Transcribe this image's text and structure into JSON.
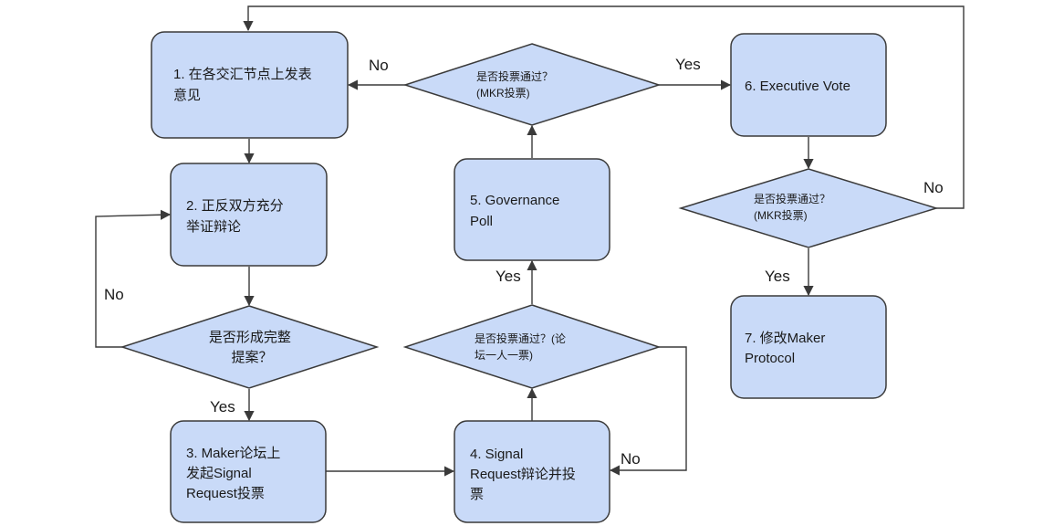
{
  "nodes": {
    "n1": {
      "lines": [
        "1. 在各交汇节点上发表",
        "意见"
      ]
    },
    "n2": {
      "lines": [
        "2. 正反双方充分",
        "举证辩论"
      ]
    },
    "n3": {
      "lines": [
        "3. Maker论坛上",
        "发起Signal",
        "Request投票"
      ]
    },
    "n4": {
      "lines": [
        "4. Signal",
        "Request辩论并投",
        "票"
      ]
    },
    "n5": {
      "lines": [
        "5. Governance",
        "Poll"
      ]
    },
    "n6": {
      "lines": [
        "6. Executive Vote"
      ]
    },
    "n7": {
      "lines": [
        "7. 修改Maker",
        "Protocol"
      ]
    }
  },
  "decisions": {
    "d1": {
      "lines": [
        "是否形成完整",
        "提案？"
      ]
    },
    "d2": {
      "lines": [
        "是否投票通过？(论",
        "坛一人一票)"
      ]
    },
    "d3": {
      "lines": [
        "是否投票通过？",
        "(MKR投票)"
      ]
    },
    "d4": {
      "lines": [
        "是否投票通过？",
        "(MKR投票)"
      ]
    }
  },
  "edge_labels": {
    "d3_no": "No",
    "d3_yes": "Yes",
    "d1_no": "No",
    "d1_yes": "Yes",
    "d2_yes": "Yes",
    "d2_no": "No",
    "d4_no": "No",
    "d4_yes": "Yes"
  },
  "colors": {
    "fill": "#c9daf8",
    "stroke": "#3a3a3a"
  }
}
